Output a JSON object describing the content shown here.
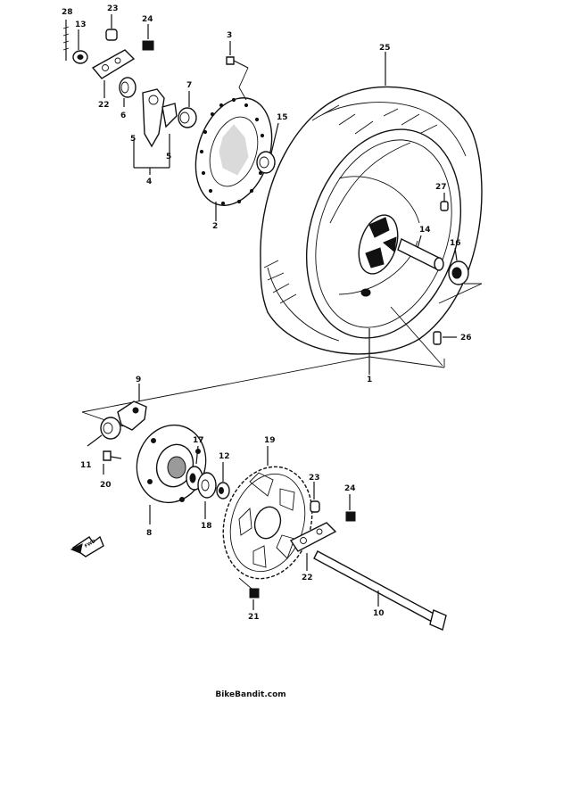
{
  "diagram": {
    "watermark": "BikeBandit.com",
    "fwd_label": "FWD",
    "part_numbers": [
      "1",
      "2",
      "3",
      "4",
      "5",
      "5",
      "6",
      "7",
      "8",
      "9",
      "10",
      "11",
      "12",
      "13",
      "14",
      "15",
      "16",
      "17",
      "18",
      "19",
      "20",
      "21",
      "22",
      "22",
      "23",
      "23",
      "24",
      "24",
      "25",
      "26",
      "27",
      "28"
    ]
  }
}
